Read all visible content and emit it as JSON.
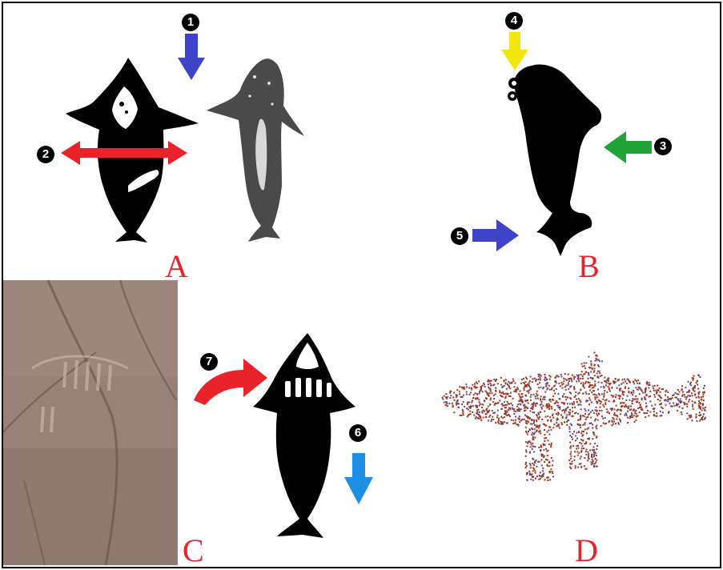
{
  "panels": {
    "a": "A",
    "b": "B",
    "c": "C",
    "d": "D"
  },
  "markers": {
    "m1": "1",
    "m2": "2",
    "m3": "3",
    "m4": "4",
    "m5": "5",
    "m6": "6",
    "m7": "7"
  },
  "colors": {
    "label": "#e8232a",
    "arrow_blue": "#3d44c8",
    "arrow_red": "#e8232a",
    "arrow_green": "#22a339",
    "arrow_yellow": "#f2e60d",
    "arrow_lightblue": "#1f8fe6",
    "pointcloud_red": "#a3341c",
    "pointcloud_blue": "#4a4f9e"
  }
}
